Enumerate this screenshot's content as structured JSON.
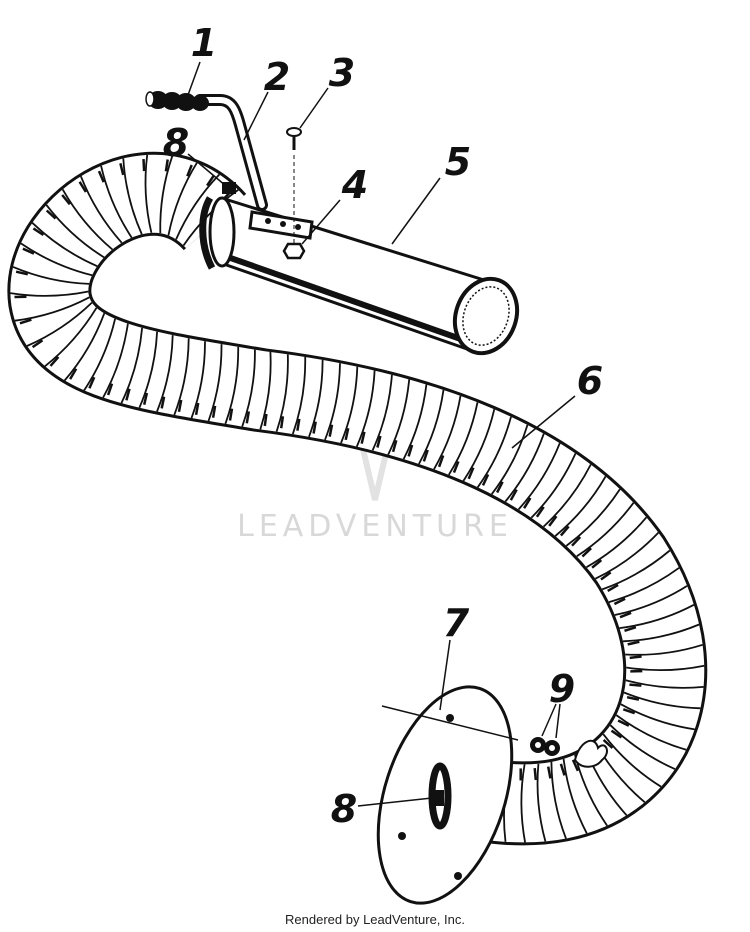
{
  "diagram": {
    "callouts": [
      {
        "id": "1",
        "label": "1"
      },
      {
        "id": "2",
        "label": "2"
      },
      {
        "id": "3",
        "label": "3"
      },
      {
        "id": "4",
        "label": "4"
      },
      {
        "id": "5",
        "label": "5"
      },
      {
        "id": "6",
        "label": "6"
      },
      {
        "id": "7",
        "label": "7"
      },
      {
        "id": "8a",
        "label": "8"
      },
      {
        "id": "8b",
        "label": "8"
      },
      {
        "id": "9",
        "label": "9"
      }
    ],
    "watermark": "LEADVENTURE",
    "footer": "Rendered by LeadVenture, Inc."
  },
  "colors": {
    "ink": "#111111",
    "paper": "#ffffff",
    "watermark": "#d8d8d8"
  }
}
